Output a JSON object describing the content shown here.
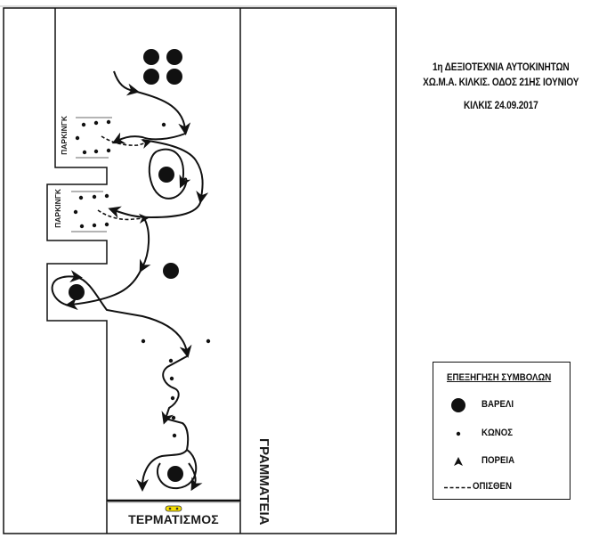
{
  "document": {
    "title_line_1": "1η ΔΕΞΙΟΤΕΧΝΙΑ ΑΥΤΟΚΙΝΗΤΩΝ",
    "title_line_2": "ΧΩ.Μ.Α. ΚΙΛΚΙΣ. ΟΔΟΣ 21ΗΣ ΙΟΥΝΙΟΥ",
    "date_line": "ΚΙΛΚΙΣ 24.09.2017"
  },
  "course": {
    "parking_label_upper": "ΠΑΡΚΙΝΓΚ",
    "parking_label_lower": "ΠΑΡΚΙΝΓΚ",
    "finish_label": "ΤΕΡΜΑΤΙΣΜΟΣ",
    "office_label": "ΓΡΑΜΜΑΤΕΙΑ",
    "finish_icon": "car-icon",
    "colors": {
      "ink": "#111111",
      "finish_car": "#f5dd00",
      "wall_gray": "#777777"
    }
  },
  "legend": {
    "title": "ΕΠΕΞΗΓΗΣΗ ΣΥΜΒΟΛΩΝ",
    "items": [
      {
        "symbol": "barrel-icon",
        "label": "ΒΑΡΕΛΙ"
      },
      {
        "symbol": "cone-icon",
        "label": "ΚΩΝΟΣ"
      },
      {
        "symbol": "direction-arrow-icon",
        "label": "ΠΟΡΕΙΑ"
      },
      {
        "symbol": "reverse-dashed-line-icon",
        "label": "ΟΠΙΣΘΕΝ",
        "prefix": "-----"
      }
    ]
  }
}
